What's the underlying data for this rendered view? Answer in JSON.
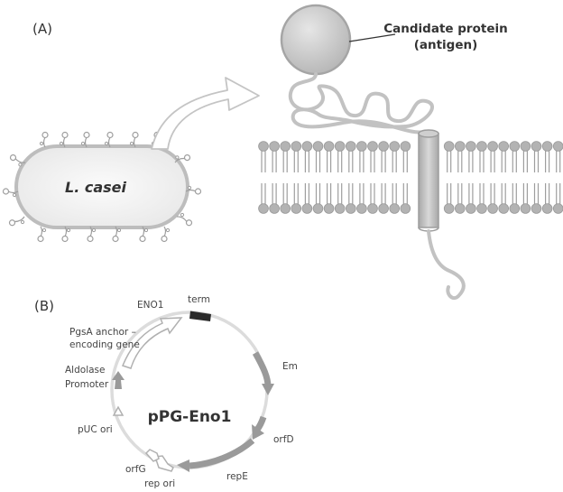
{
  "panel_a": {
    "label": "(A)",
    "cell_label": "L. casei",
    "protein_label_line1": "Candidate protein",
    "protein_label_line2": "(antigen)"
  },
  "panel_b": {
    "label": "(B)",
    "plasmid_name": "pPG-Eno1",
    "features": {
      "eno1": "ENO1",
      "pgsa_line1": "PgsA anchor –",
      "pgsa_line2": "encoding gene",
      "aldolase_line1": "Aldolase",
      "aldolase_line2": "Promoter",
      "term": "term",
      "em": "Em",
      "orfd": "orfD",
      "repe": "repE",
      "rep_ori": "rep ori",
      "orfg": "orfG",
      "puc_ori": "pUC ori"
    }
  },
  "colors": {
    "outline": "#bdbdbd",
    "lipid_head": "#b3b3b3",
    "cell_fill": "#f0f0f0",
    "dark_gray": "#9a9a9a",
    "term_block": "#2b2b2b"
  }
}
